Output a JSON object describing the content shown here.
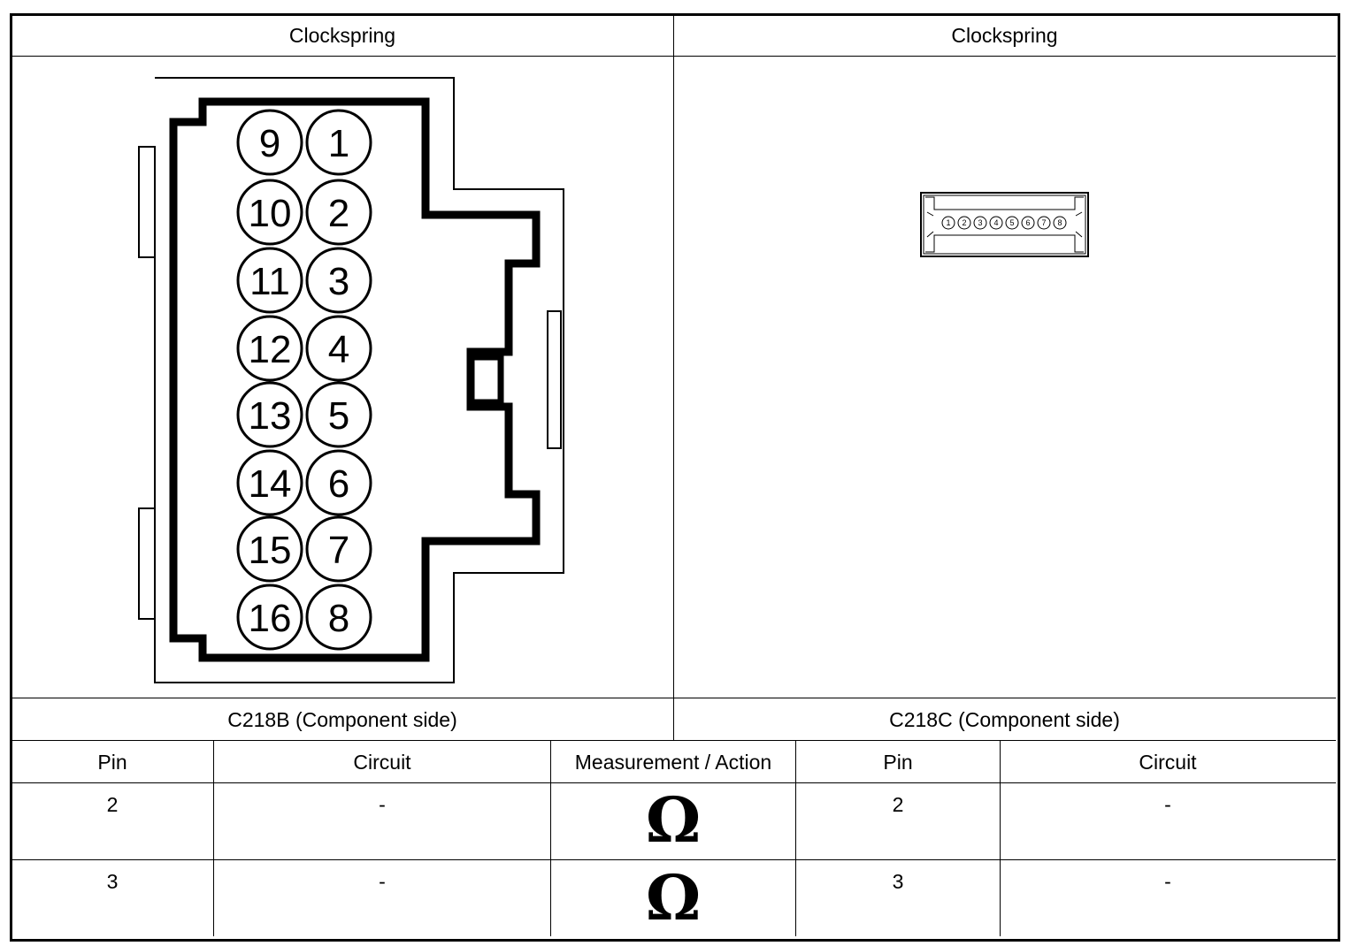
{
  "headers": {
    "left_title": "Clockspring",
    "right_title": "Clockspring",
    "left_caption": "C218B (Component side)",
    "right_caption": "C218C (Component side)"
  },
  "connector_c218b": {
    "pins_right_column": [
      "1",
      "2",
      "3",
      "4",
      "5",
      "6",
      "7",
      "8"
    ],
    "pins_left_column": [
      "9",
      "10",
      "11",
      "12",
      "13",
      "14",
      "15",
      "16"
    ]
  },
  "connector_c218c": {
    "pins": [
      "1",
      "2",
      "3",
      "4",
      "5",
      "6",
      "7",
      "8"
    ]
  },
  "table": {
    "columns": [
      "Pin",
      "Circuit",
      "Measurement / Action",
      "Pin",
      "Circuit"
    ],
    "rows": [
      {
        "pin_a": "2",
        "circuit_a": "-",
        "action": "Ω",
        "pin_b": "2",
        "circuit_b": "-"
      },
      {
        "pin_a": "3",
        "circuit_a": "-",
        "action": "Ω",
        "pin_b": "3",
        "circuit_b": "-"
      }
    ]
  }
}
